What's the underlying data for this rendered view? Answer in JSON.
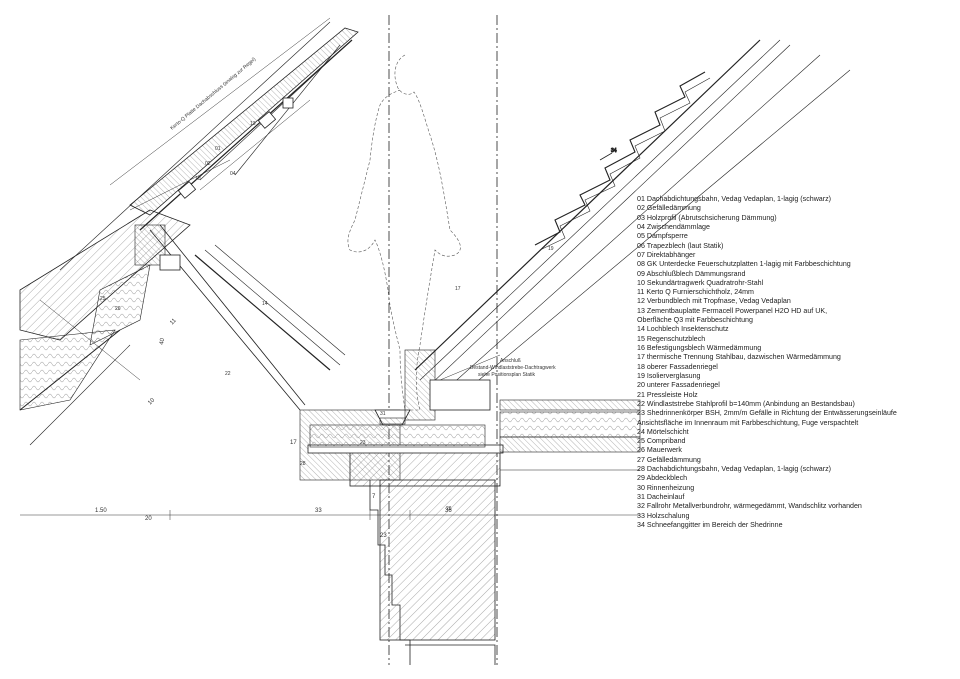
{
  "legend": [
    "01 Dachabdichtungsbahn, Vedag Vedaplan, 1-lagig (schwarz)",
    "02 Gefälledämmung",
    "03 Holzprofil (Abrutschsicherung Dämmung)",
    "04 Zwischendämmlage",
    "05 Dampfsperre",
    "06 Trapezblech (laut Statik)",
    "07 Direktabhänger",
    "08 GK Unterdecke Feuerschutzplatten 1-lagig mit Farbbeschichtung",
    "09 Abschlußblech Dämmungsrand",
    "10 Sekundärtragwerk Quadratrohr-Stahl",
    "11 Kerto Q Furnierschichtholz, 24mm",
    "12 Verbundblech mit Tropfnase, Vedag Vedaplan",
    "13 Zementbauplatte Fermacell Powerpanel H2O HD auf UK,",
    "Oberfläche Q3 mit Farbbeschichtung",
    "14 Lochblech Insektenschutz",
    "15 Regenschutzblech",
    "16 Befestigungsblech Wärmedämmung",
    "17 thermische Trennung Stahlbau, dazwischen Wärmedämmung",
    "18 oberer Fassadenriegel",
    "19 Isolierverglasung",
    "20 unterer Fassadenriegel",
    "21 Pressleiste Holz",
    "22 Windlaststrebe Stahlprofil b=140mm (Anbindung an Bestandsbau)",
    "23 Shedrinnenkörper BSH, 2mm/m Gefälle in Richtung der Entwässerungseinläufe",
    "Ansichtsfläche im Innenraum mit Farbbeschichtung, Fuge verspachtelt",
    "24 Mörtelschicht",
    "25 Compriband",
    "26 Mauerwerk",
    "27 Gefälledämmung",
    "28 Dachabdichtungsbahn, Vedag Vedaplan, 1-lagig (schwarz)",
    "29 Abdeckblech",
    "30 Rinnenheizung",
    "31 Dacheinlauf",
    "32 Fallrohr Metallverbundrohr, wärmegedämmt, Wandschlitz vorhanden",
    "33 Holzschalung",
    "34 Schneefanggitter im Bereich der Shedrinne"
  ],
  "annotations": {
    "kerto_note": "Kerto-Q Platte Dachabschluss (analog zur Regel)",
    "anschluss_note_1": "Anschluß",
    "anschluss_note_2": "Bestand-Windlaststrebe-Dachtragwerk",
    "anschluss_note_3": "siehe Positionsplan Statik"
  },
  "dimensions": {
    "d_150": "1.50",
    "d_33": "33",
    "d_36": "36",
    "d_23": "23",
    "d_17": "17",
    "d_40": "40",
    "d_7": "7",
    "d_11": "11",
    "d_10": "10",
    "d_20": "20"
  },
  "numbers": [
    "01",
    "02",
    "03",
    "04",
    "05",
    "06",
    "07",
    "08",
    "09",
    "10",
    "11",
    "12",
    "13",
    "14",
    "15",
    "16",
    "17",
    "18",
    "19",
    "20",
    "21",
    "22",
    "23",
    "24",
    "25",
    "26",
    "27",
    "28",
    "29",
    "30",
    "31",
    "32",
    "33",
    "34"
  ]
}
